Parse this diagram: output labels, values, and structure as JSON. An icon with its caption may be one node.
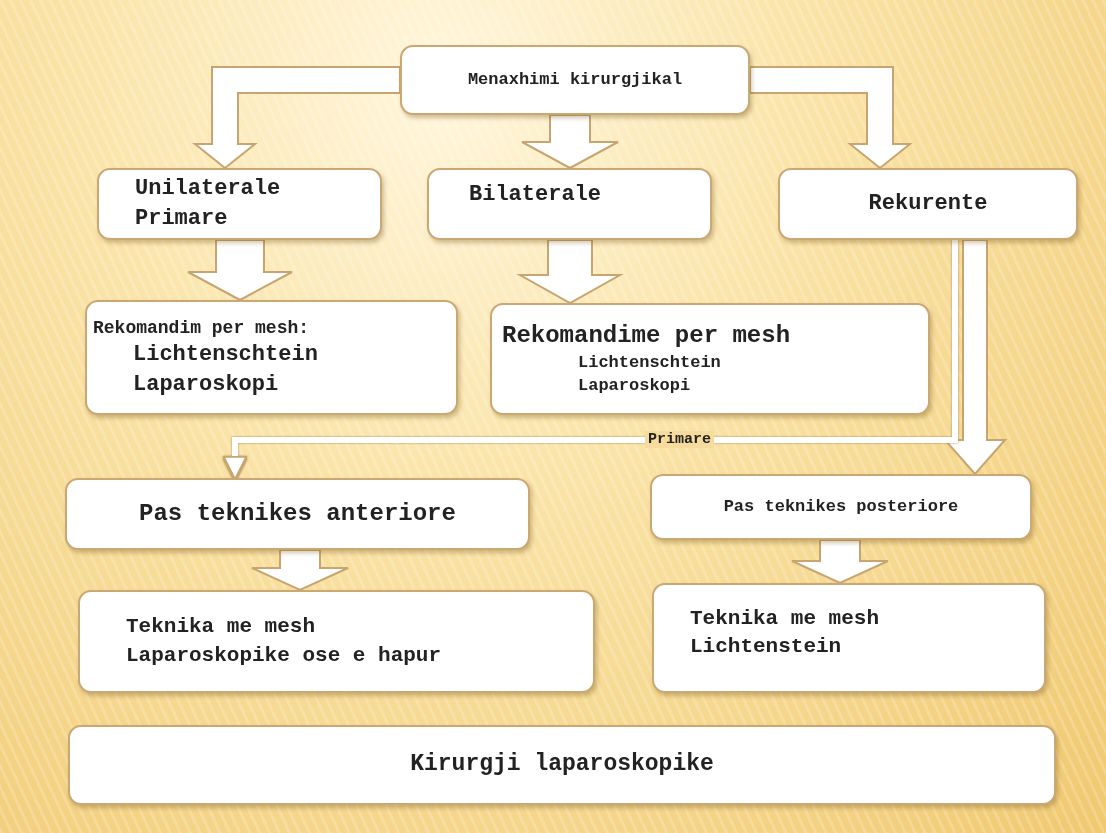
{
  "diagram": {
    "nodes": [
      {
        "text": [
          "Menaxhimi kirurgjikal"
        ]
      },
      {
        "text": [
          "Unilaterale Primare"
        ]
      },
      {
        "text": [
          "Bilaterale"
        ]
      },
      {
        "text": [
          "Rekurente"
        ]
      },
      {
        "text": [
          "Rekomandim per mesh:",
          "Lichtenschtein Laparoskopi"
        ]
      },
      {
        "text": [
          "Rekomandime per mesh",
          "Lichtenschtein Laparoskopi"
        ]
      },
      {
        "text": [
          "Pas teknikes anteriore"
        ]
      },
      {
        "text": [
          "Pas teknikes posteriore"
        ]
      },
      {
        "text": [
          "Teknika me mesh Laparoskopike ose e hapur"
        ]
      },
      {
        "text": [
          "Teknika me mesh Lichtenstein"
        ]
      },
      {
        "text": [
          "Kirurgji laparoskopike"
        ]
      }
    ],
    "edges": [
      {
        "from": 0,
        "to": 1,
        "arrow": "to",
        "style": "thick"
      },
      {
        "from": 0,
        "to": 2,
        "arrow": "to",
        "style": "thick"
      },
      {
        "from": 0,
        "to": 3,
        "arrow": "to",
        "style": "thick"
      },
      {
        "from": 1,
        "to": 4,
        "arrow": "to",
        "style": "thick"
      },
      {
        "from": 2,
        "to": 5,
        "arrow": "to",
        "style": "thick"
      },
      {
        "from": 3,
        "to": 7,
        "arrow": "to",
        "style": "thick"
      },
      {
        "from": 3,
        "to": 6,
        "arrow": "to",
        "label": "Primare"
      },
      {
        "from": 6,
        "to": 8,
        "arrow": "to",
        "style": "thick"
      },
      {
        "from": 7,
        "to": 9,
        "arrow": "to",
        "style": "thick"
      }
    ]
  }
}
